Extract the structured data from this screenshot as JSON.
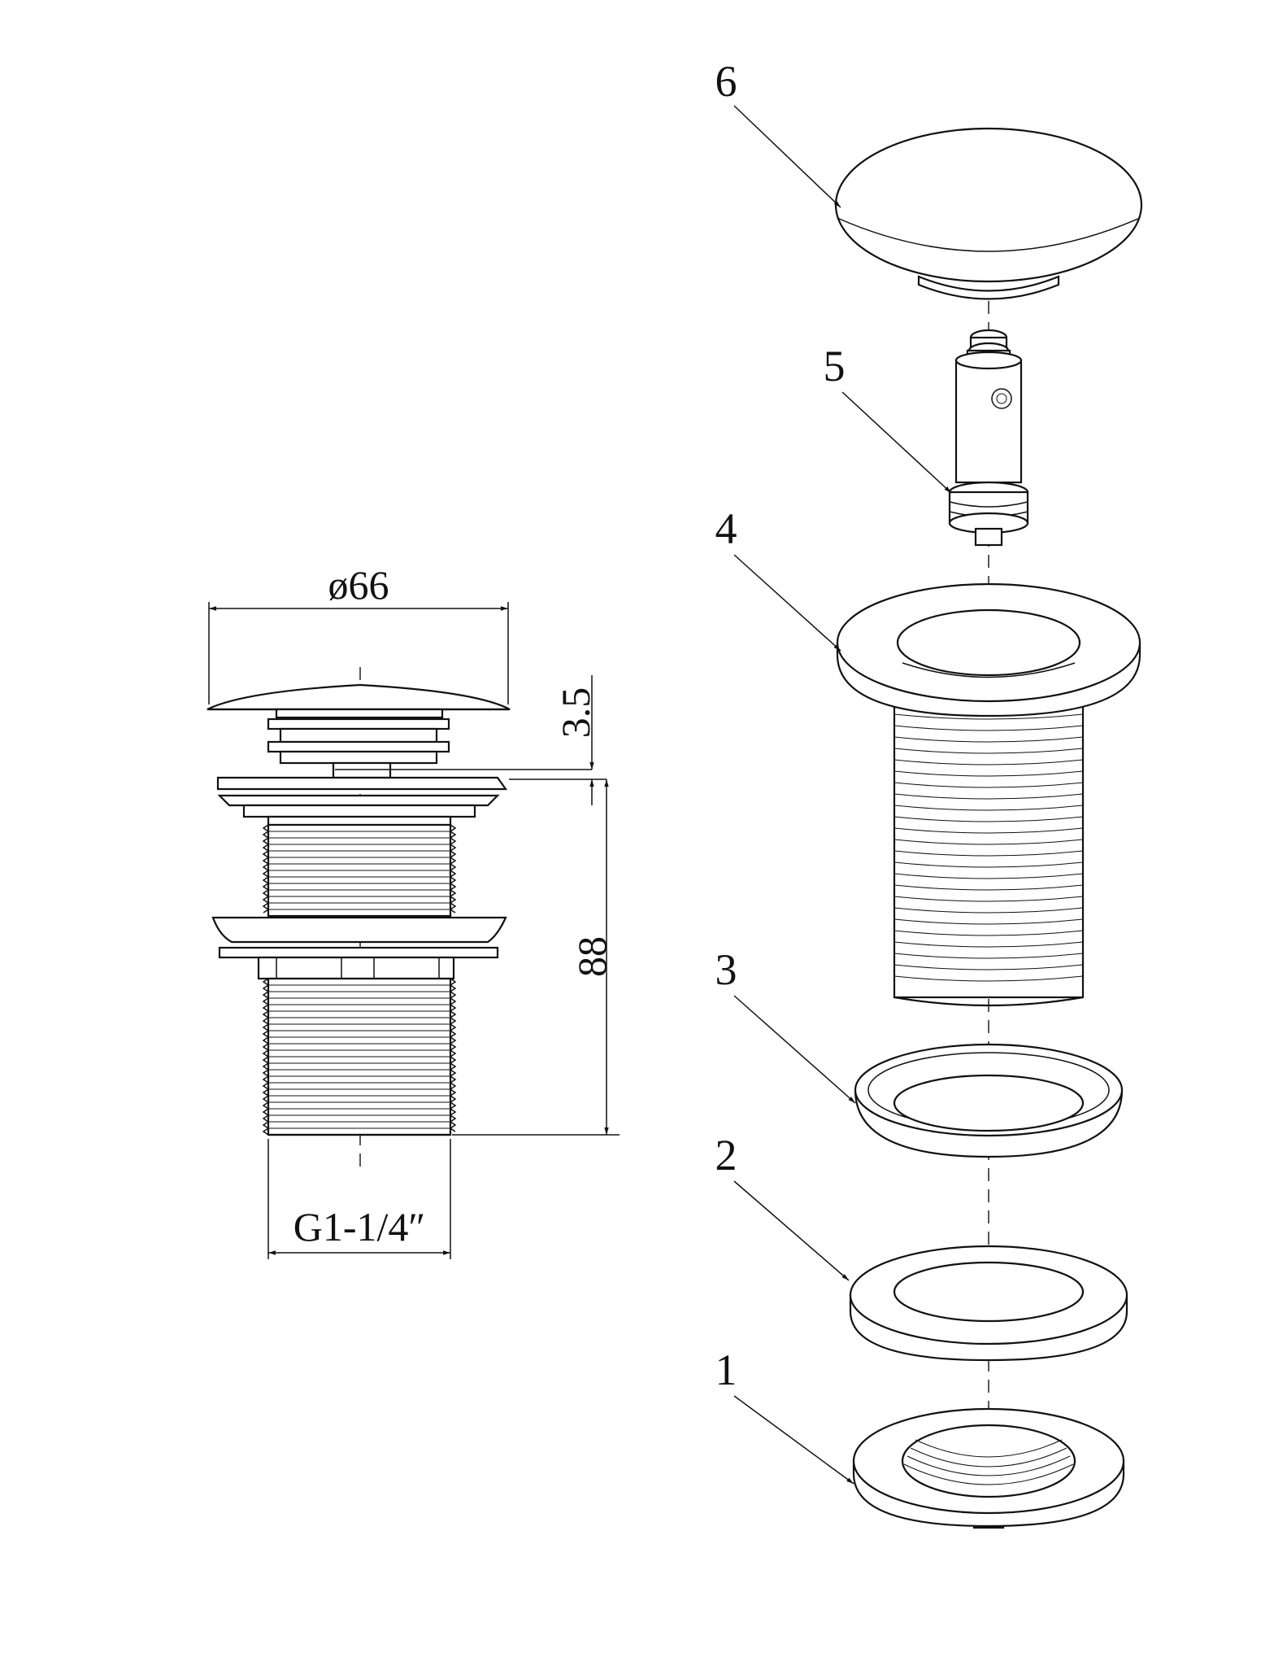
{
  "dimensions": {
    "diameter": "ø66",
    "gap": "3.5",
    "height": "88",
    "thread": "G1-1/4″"
  },
  "part_numbers": [
    "1",
    "2",
    "3",
    "4",
    "5",
    "6"
  ]
}
